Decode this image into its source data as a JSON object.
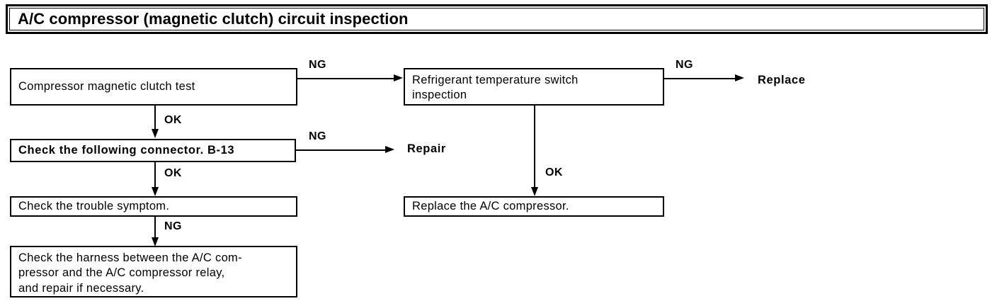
{
  "title": {
    "text": "A/C compressor (magnetic clutch) circuit inspection"
  },
  "flow": {
    "boxes": [
      {
        "id": "compressor-magnetic-clutch-test",
        "lines": [
          "Compressor magnetic clutch test"
        ],
        "bold": false
      },
      {
        "id": "check-following-connector",
        "lines": [
          "Check  the  following  connector.  B-13"
        ],
        "bold": true
      },
      {
        "id": "check-trouble-symptom",
        "lines": [
          "Check  the  trouble  symptom."
        ],
        "bold": false
      },
      {
        "id": "check-harness",
        "lines": [
          "Check the harness between the A/C com-",
          "pressor  and  the  A/C  compressor  relay,",
          "and  repair  if  necessary."
        ],
        "bold": false
      },
      {
        "id": "refrigerant-temperature-switch-inspection",
        "lines": [
          "Refrigerant  temperature  switch",
          "inspection"
        ],
        "bold": false
      },
      {
        "id": "replace-ac-compressor",
        "lines": [
          "Replace  the  A/C  compressor."
        ],
        "bold": false
      }
    ],
    "terminals": [
      {
        "id": "replace",
        "label": "Replace"
      },
      {
        "id": "repair",
        "label": "Repair"
      }
    ],
    "edge_labels": {
      "ng_clutch_test": "NG",
      "ok_clutch_to_connector": "OK",
      "ng_connector": "NG",
      "ok_connector_to_symptom": "OK",
      "ng_symptom": "NG",
      "ng_refrigerant": "NG",
      "ok_refrigerant_to_replace": "OK"
    }
  },
  "colors": {
    "ink": "#000000",
    "paper": "#ffffff"
  }
}
